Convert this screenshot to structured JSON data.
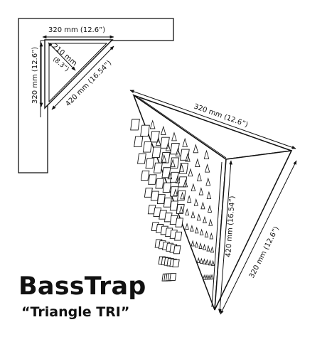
{
  "top_view": {
    "width_label": "320 mm (12.6”)",
    "height_label": "320 mm (12.6”)",
    "depth_label": "210 mm",
    "depth_label_inch": "(8.3”)",
    "hypotenuse_label": "420 mm (16.54”)"
  },
  "product_view": {
    "top_edge_label": "320 mm (12.6”)",
    "front_edge_label": "420 mm (16.54”)",
    "side_edge_label": "320 mm (12.6”)"
  },
  "product": {
    "name": "BassTrap",
    "model": "“Triangle TRI”"
  },
  "colors": {
    "line": "#111111",
    "background": "#ffffff"
  }
}
